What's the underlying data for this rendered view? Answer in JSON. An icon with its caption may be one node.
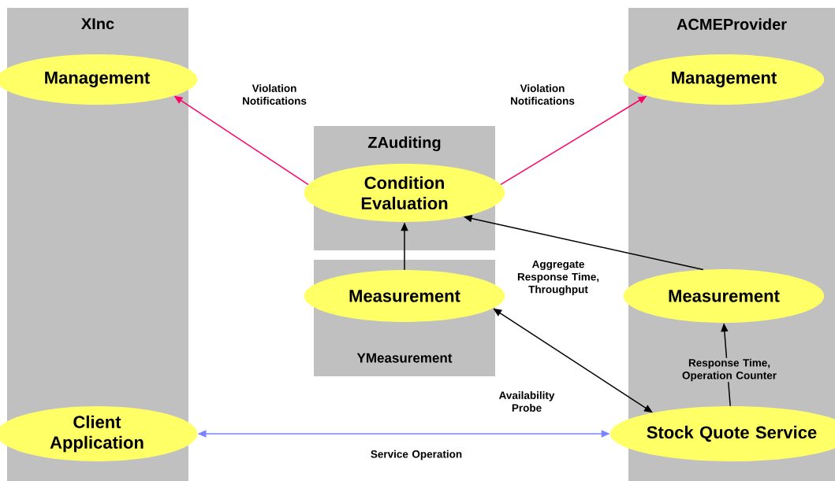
{
  "diagram": {
    "nodes": [
      {
        "text": [
          "XInc"
        ]
      },
      {
        "text": [
          "Management"
        ],
        "in": 0
      },
      {
        "text": [
          "Client Application"
        ],
        "in": 0
      },
      {
        "text": [
          "ACMEProvider"
        ]
      },
      {
        "text": [
          "Management"
        ],
        "in": 3
      },
      {
        "text": [
          "Measurement"
        ],
        "in": 3
      },
      {
        "text": [
          "Stock Quote Service"
        ],
        "in": 3
      },
      {
        "text": [
          "ZAuditing"
        ]
      },
      {
        "text": [
          "Condition Evaluation"
        ],
        "in": 7
      },
      {
        "text": [
          "YMeasurement"
        ]
      },
      {
        "text": [
          "Measurement"
        ],
        "in": 9
      }
    ],
    "edges": [
      {
        "from": 8,
        "to": 1,
        "arrow": "to",
        "label": "Violation Notifications",
        "color": "#ff0066"
      },
      {
        "from": 8,
        "to": 4,
        "arrow": "to",
        "label": "Violation Notifications",
        "color": "#ff0066"
      },
      {
        "from": 10,
        "to": 8,
        "arrow": "to"
      },
      {
        "from": 5,
        "to": 8,
        "arrow": "to",
        "label": "Aggregate Response Time, Throughput"
      },
      {
        "from": 10,
        "to": 6,
        "arrow": "both",
        "label": "Availability Probe"
      },
      {
        "from": 6,
        "to": 5,
        "arrow": "to",
        "label": "Response Time, Operation Counter"
      },
      {
        "from": 2,
        "to": 6,
        "arrow": "both",
        "label": "Service Operation",
        "color": "#7b84ff"
      }
    ]
  }
}
